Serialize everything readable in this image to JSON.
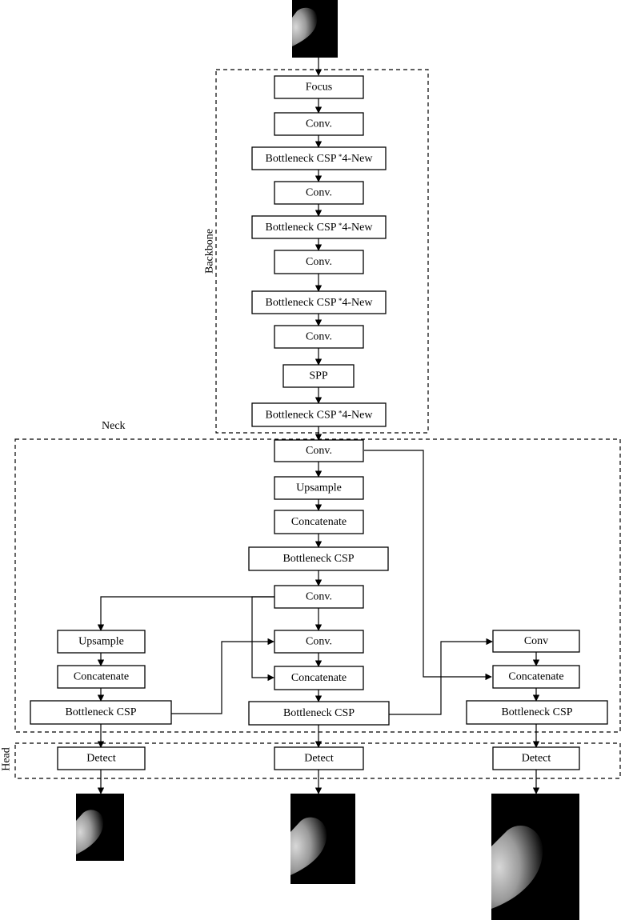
{
  "regions": {
    "backbone": "Backbone",
    "neck": "Neck",
    "head": "Head"
  },
  "nodes": {
    "focus": "Focus",
    "b_conv1": "Conv.",
    "b_csp1_a": "Bottleneck CSP",
    "b_csp1_b": "4-New",
    "b_conv2": "Conv.",
    "b_csp2_a": "Bottleneck CSP",
    "b_csp2_b": "4-New",
    "b_conv3": "Conv.",
    "b_csp3_a": "Bottleneck CSP",
    "b_csp3_b": "4-New",
    "b_conv4": "Conv.",
    "spp": "SPP",
    "b_csp4_a": "Bottleneck CSP",
    "b_csp4_b": "4-New",
    "n_conv1": "Conv.",
    "n_upsample_c": "Upsample",
    "n_concat_c": "Concatenate",
    "n_csp_c": "Bottleneck CSP",
    "n_conv2": "Conv.",
    "n_upsample_l": "Upsample",
    "n_concat_l": "Concatenate",
    "n_csp_l": "Bottleneck CSP",
    "n_conv3": "Conv.",
    "n_concat_m": "Concatenate",
    "n_csp_m": "Bottleneck CSP",
    "n_conv_r": "Conv",
    "n_concat_r": "Concatenate",
    "n_csp_r": "Bottleneck CSP",
    "detect_l": "Detect",
    "detect_m": "Detect",
    "detect_r": "Detect"
  },
  "colors": {
    "stroke": "#000000",
    "background": "#ffffff",
    "image": "#000000"
  }
}
